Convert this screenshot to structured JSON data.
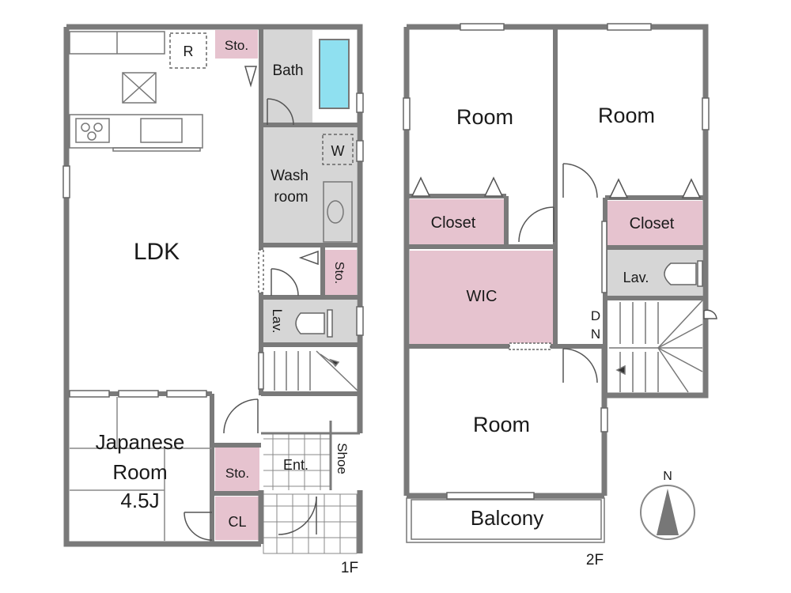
{
  "plan": {
    "floor1": {
      "label": "1F",
      "rooms": {
        "ldk": "LDK",
        "refrigerator": "R",
        "storage_kitchen": "Sto.",
        "bath": "Bath",
        "washer": "W",
        "wash_line1": "Wash",
        "wash_line2": "room",
        "storage_mid": "Sto.",
        "lavatory": "Lav.",
        "japanese_line1": "Japanese",
        "japanese_line2": "Room",
        "japanese_line3": "4.5J",
        "storage_lower": "Sto.",
        "closet": "CL",
        "entrance": "Ent.",
        "shoe": "Shoe"
      }
    },
    "floor2": {
      "label": "2F",
      "rooms": {
        "room_left": "Room",
        "room_right": "Room",
        "closet_left": "Closet",
        "closet_right": "Closet",
        "wic": "WIC",
        "lavatory": "Lav.",
        "down_d": "D",
        "down_n": "N",
        "room_bottom": "Room",
        "balcony": "Balcony"
      }
    },
    "compass": {
      "north": "N"
    },
    "colors": {
      "wall": "#7a7a7a",
      "storage": "#e6c3cf",
      "wet_area": "#d6d6d6",
      "bathtub": "#8fe0f0",
      "floor": "#ffffff"
    }
  }
}
